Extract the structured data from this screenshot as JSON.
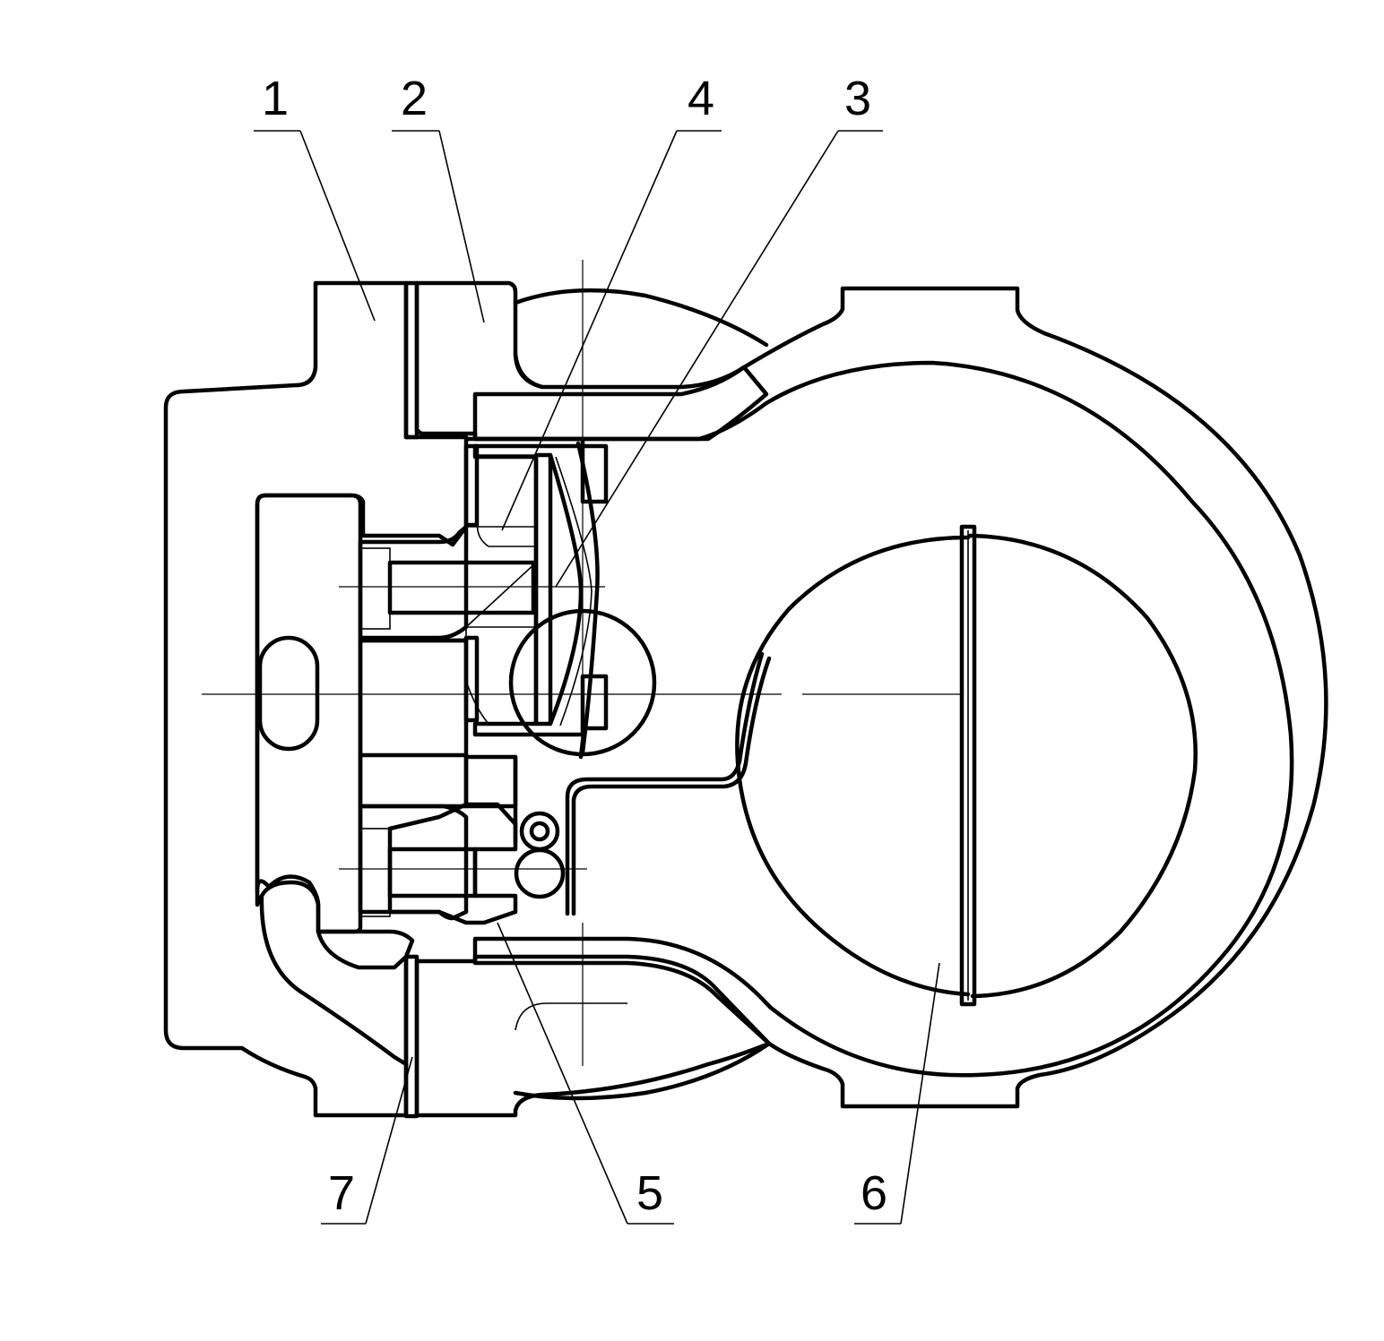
{
  "drawing": {
    "callouts": [
      {
        "id": "1",
        "label": "1"
      },
      {
        "id": "2",
        "label": "2"
      },
      {
        "id": "4",
        "label": "4"
      },
      {
        "id": "3",
        "label": "3"
      },
      {
        "id": "7",
        "label": "7"
      },
      {
        "id": "5",
        "label": "5"
      },
      {
        "id": "6",
        "label": "6"
      }
    ],
    "colors": {
      "ink": "#000000",
      "paper": "#ffffff"
    }
  }
}
